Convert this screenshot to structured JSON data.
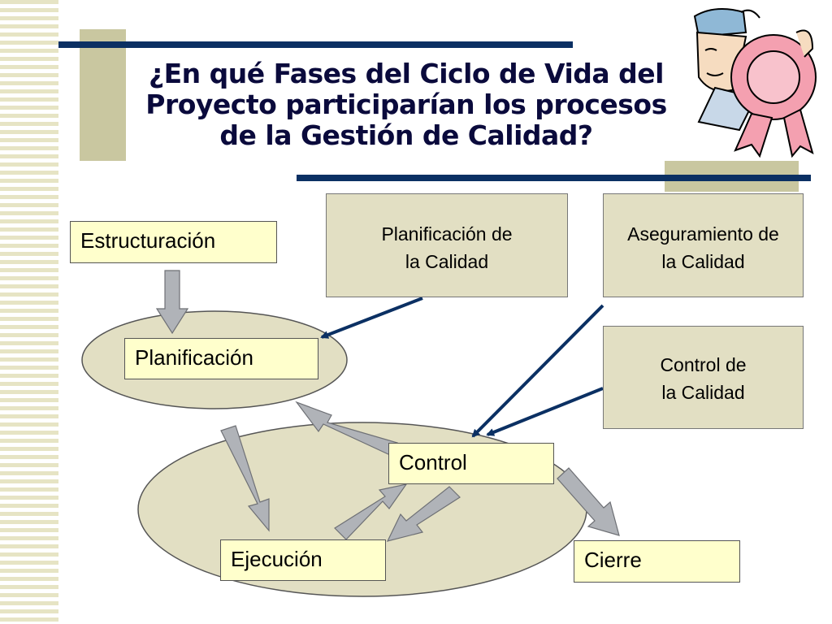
{
  "title": {
    "line1": "¿En qué Fases del Ciclo de Vida del",
    "line2": "Proyecto participarían los procesos",
    "line3": "de la Gestión de Calidad?"
  },
  "phases": {
    "estructuracion": "Estructuración",
    "planificacion": "Planificación",
    "control": "Control",
    "ejecucion": "Ejecución",
    "cierre": "Cierre"
  },
  "processes": {
    "planificacion_calidad": {
      "line1": "Planificación de",
      "line2": "la Calidad"
    },
    "aseguramiento_calidad": {
      "line1": "Aseguramiento de",
      "line2": "la Calidad"
    },
    "control_calidad": {
      "line1": "Control de",
      "line2": "la Calidad"
    }
  },
  "colors": {
    "title_rule": "#0b3063",
    "accent_block": "#c9c7a0",
    "ellipse_fill": "#e2dfc3",
    "box_fill": "#ffffcc",
    "process_fill": "#e2dfc3",
    "arrow_gray": "#b0b3b8",
    "arrow_navy": "#0b3063"
  },
  "icons": {
    "clipart": "award-ribbon-man-icon"
  }
}
